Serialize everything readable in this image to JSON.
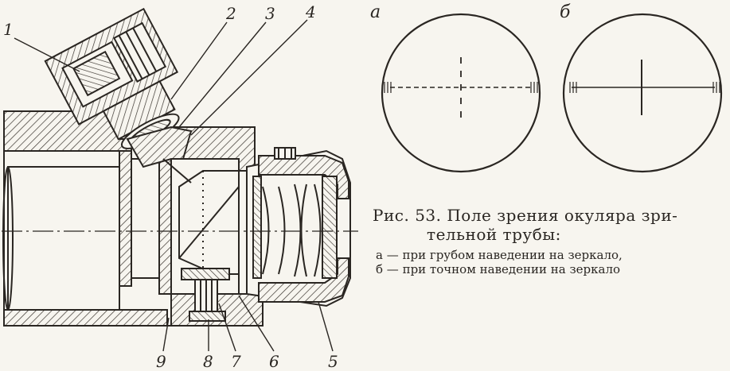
{
  "part_labels": [
    "1",
    "2",
    "3",
    "4",
    "9",
    "8",
    "7",
    "6",
    "5"
  ],
  "view_labels": {
    "a": "а",
    "b": "б"
  },
  "caption": {
    "title_line1": "Рис. 53. Поле зрения окуляра зри-",
    "title_line2": "тельной трубы:",
    "note_a": "а — при грубом наведении на зеркало,",
    "note_b": "б — при точном наведении на зеркало"
  }
}
